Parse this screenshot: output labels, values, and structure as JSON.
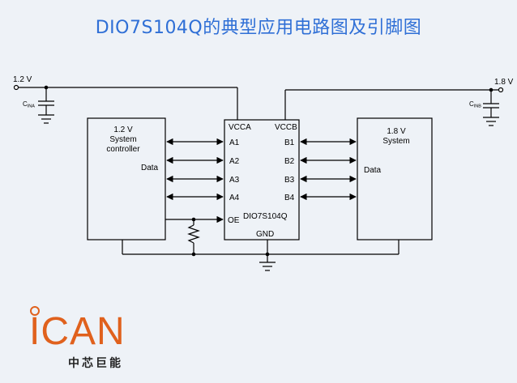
{
  "title": "DIO7S104Q的典型应用电路图及引脚图",
  "rails": {
    "left": "1.2 V",
    "right": "1.8 V"
  },
  "caps": {
    "left": {
      "main": "C",
      "sub": "INA"
    },
    "right": {
      "main": "C",
      "sub": "INB"
    }
  },
  "left_block": {
    "line1": "1.2 V",
    "line2": "System",
    "line3": "controller",
    "data": "Data"
  },
  "chip": {
    "name": "DIO7S104Q",
    "vcca": "VCCA",
    "vccb": "VCCB",
    "a_pins": [
      "A1",
      "A2",
      "A3",
      "A4"
    ],
    "b_pins": [
      "B1",
      "B2",
      "B3",
      "B4"
    ],
    "oe": "OE",
    "gnd": "GND"
  },
  "right_block": {
    "line1": "1.8 V",
    "line2": "System",
    "data": "Data"
  },
  "brand": {
    "name": "ICAN",
    "subtitle": "中芯巨能"
  },
  "colors": {
    "title": "#2f6fd6",
    "brand": "#e0611d",
    "background": "#eef2f7"
  }
}
